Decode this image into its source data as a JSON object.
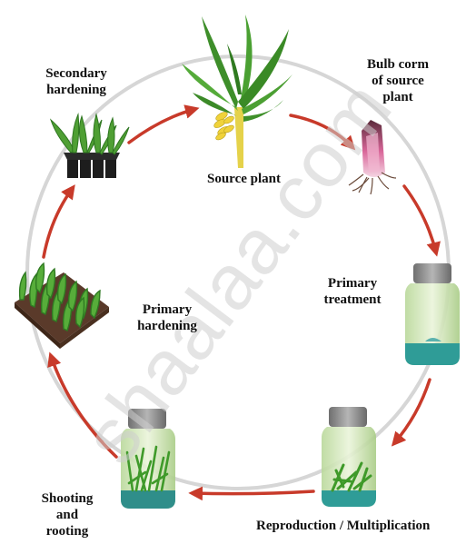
{
  "diagram": {
    "colors": {
      "arrow": "#c83a2a",
      "circle": "#d6d6d6",
      "jar_lid": "#8a8a8a",
      "medium": "#2f9c97",
      "leaf": "#3f8f2a",
      "banana": "#f0d23a"
    },
    "stages": {
      "source_plant": {
        "label": "Source plant",
        "icon": "banana-plant-icon"
      },
      "bulb_corm": {
        "lines": [
          "Bulb corm",
          "of source",
          "plant"
        ],
        "icon": "corm-icon"
      },
      "primary_treatment": {
        "lines": [
          "Primary",
          "treatment"
        ],
        "icon": "culture-jar-icon"
      },
      "reproduction": {
        "label": "Reproduction / Multiplication",
        "icon": "shoots-jar-icon"
      },
      "shooting_rooting": {
        "lines": [
          "Shooting",
          "and",
          "rooting"
        ],
        "icon": "plantlets-jar-icon"
      },
      "primary_hardening": {
        "lines": [
          "Primary",
          "hardening"
        ],
        "icon": "seedling-tray-icon"
      },
      "secondary_hardening": {
        "lines": [
          "Secondary",
          "hardening"
        ],
        "icon": "potted-plants-icon"
      }
    },
    "watermark": "shaalaa.com"
  }
}
